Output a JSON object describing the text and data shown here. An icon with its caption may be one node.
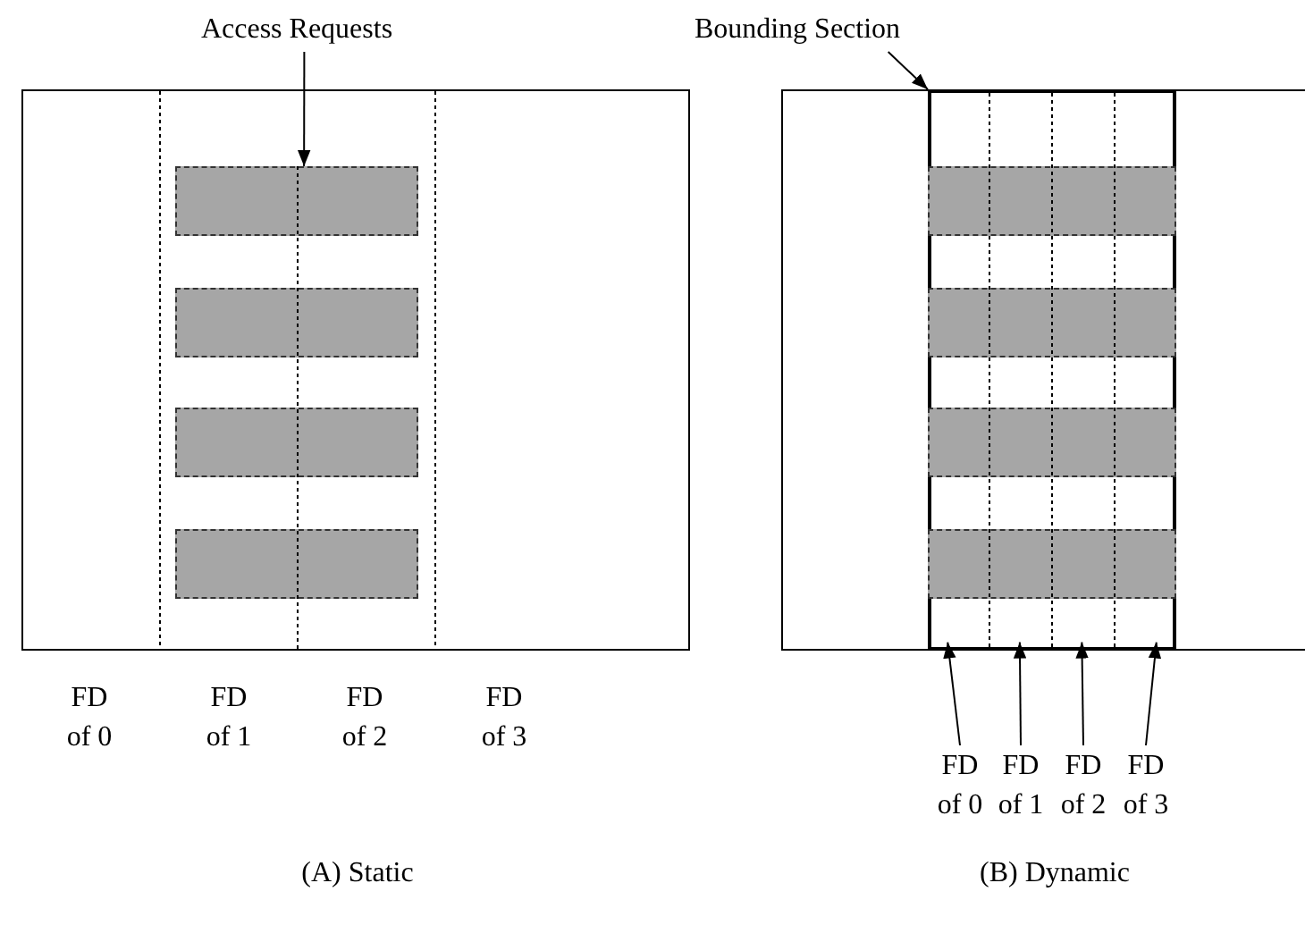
{
  "diagram": {
    "nodes": [
      {
        "text": [],
        "shape": "box"
      },
      {
        "text": [],
        "shape": "bar",
        "in": 0
      },
      {
        "text": [],
        "shape": "bar",
        "in": 0
      },
      {
        "text": [],
        "shape": "bar",
        "in": 0
      },
      {
        "text": [],
        "shape": "bar",
        "in": 0
      },
      {
        "text": [],
        "shape": "box"
      },
      {
        "text": [],
        "shape": "box",
        "in": 5
      },
      {
        "text": [],
        "shape": "bar",
        "in": 6
      },
      {
        "text": [],
        "shape": "bar",
        "in": 6
      },
      {
        "text": [],
        "shape": "bar",
        "in": 6
      },
      {
        "text": [],
        "shape": "bar",
        "in": 6
      },
      {
        "text": [
          "Access Requests"
        ]
      },
      {
        "text": [
          "Bounding Section"
        ]
      },
      {
        "text": [
          "FD of 0"
        ]
      },
      {
        "text": [
          "FD of 1"
        ]
      },
      {
        "text": [
          "FD of 2"
        ]
      },
      {
        "text": [
          "FD of 3"
        ]
      }
    ],
    "edges": [
      {
        "from": 11,
        "to": 1,
        "arrow": "to"
      },
      {
        "from": 12,
        "to": 6,
        "arrow": "to"
      },
      {
        "from": 13,
        "to": 6,
        "arrow": "to"
      },
      {
        "from": 14,
        "to": 6,
        "arrow": "to"
      },
      {
        "from": 15,
        "to": 6,
        "arrow": "to"
      },
      {
        "from": 16,
        "to": 6,
        "arrow": "to"
      }
    ],
    "labels": [
      "FD of 0",
      "FD of 1",
      "FD of 2",
      "FD of 3",
      "(A) Static",
      "(B) Dynamic"
    ]
  }
}
